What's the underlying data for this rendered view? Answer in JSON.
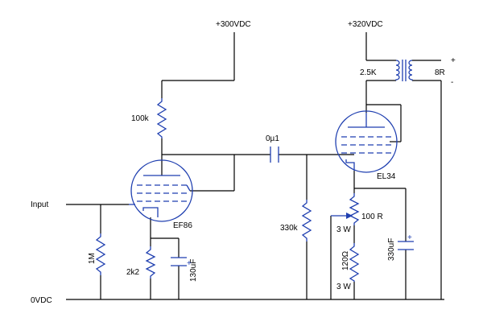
{
  "labels": {
    "b300": "+300VDC",
    "b320": "+320VDC",
    "r100k": "100k",
    "c0u1": "0µ1",
    "tube1": "EF86",
    "tube2": "EL34",
    "input": "Input",
    "zero": "0VDC",
    "r1m": "1M",
    "r2k2": "2k2",
    "c130": "130uF",
    "r330k": "330k",
    "pot": "100 R",
    "pot_w": "3 W",
    "r120": "120Ω",
    "r120_w": "3 W",
    "c330": "330uF",
    "t_pri": "2.5K",
    "t_sec": "8R",
    "plus": "+",
    "minus": "-",
    "cap_plus": "+"
  },
  "colors": {
    "wire": "#000000",
    "component": "#1f3fb0"
  }
}
